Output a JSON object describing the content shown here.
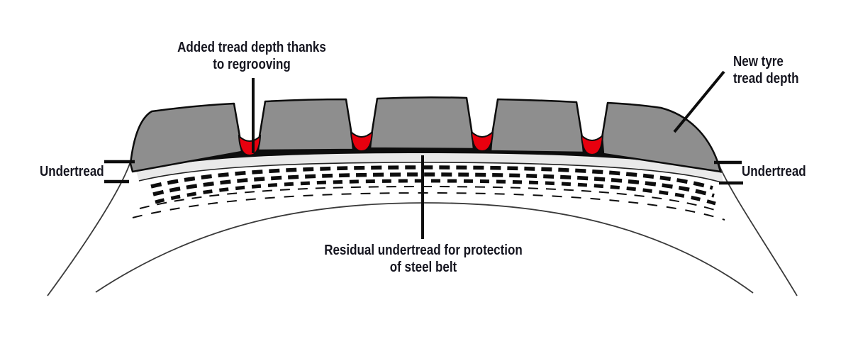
{
  "labels": {
    "added_tread": {
      "line1": "Added tread depth thanks",
      "line2": "to regrooving"
    },
    "new_tyre": {
      "line1": "New tyre",
      "line2": "tread depth"
    },
    "undertread_left": "Undertread",
    "undertread_right": "Undertread",
    "residual": {
      "line1": "Residual undertread for protection",
      "line2": "of steel belt"
    }
  },
  "colors": {
    "tread_gray": "#8e8e8e",
    "regroove_red": "#e8000e",
    "undertread_gray": "#e9e9e9",
    "outline": "#0d0d0d",
    "text": "#15151f",
    "background": "#ffffff"
  }
}
